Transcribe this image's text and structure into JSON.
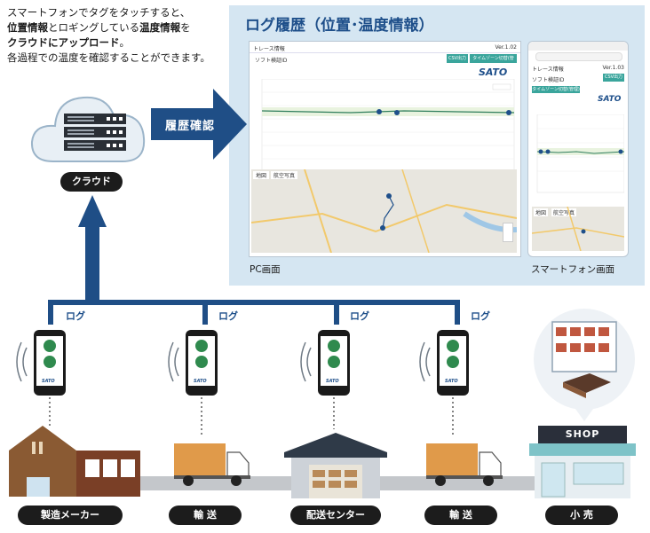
{
  "intro": {
    "line1": "スマートフォンでタグをタッチすると、",
    "line2_bold1": "位置情報",
    "line2_mid": "とロギングしている",
    "line2_bold2": "温度情報",
    "line2_end": "を",
    "line3_bold": "クラウドにアップロード",
    "line3_end": "。",
    "line4": "各過程での温度を確認することができます。"
  },
  "panel": {
    "title": "ログ履歴（位置･温度情報）",
    "pc_caption": "PC画面",
    "sp_caption": "スマートフォン画面"
  },
  "pc_screen": {
    "app_title": "トレース情報",
    "version": "Ver.1.02",
    "soft_label": "ソフト検証ID",
    "btn_csv": "CSV出力",
    "btn_timeline": "タイムゾーン切替(管理)",
    "brand": "SATO",
    "map_tab1": "地図",
    "map_tab2": "航空写真"
  },
  "sp_screen": {
    "app_title": "トレース情報",
    "version": "Ver.1.03",
    "soft_label": "ソフト検証ID",
    "btn_csv": "CSV出力",
    "btn_timeline": "タイムゾーン切替(管理)",
    "brand": "SATO",
    "map_tab1": "地図",
    "map_tab2": "航空写真"
  },
  "arrow": {
    "label": "履歴確認"
  },
  "cloud": {
    "label": "クラウド"
  },
  "log_label": "ログ",
  "phone_brand": "SATO",
  "stages": [
    {
      "label": "製造メーカー"
    },
    {
      "label": "輸 送"
    },
    {
      "label": "配送センター"
    },
    {
      "label": "輸 送"
    },
    {
      "label": "小 売"
    }
  ],
  "shop_sign": "SHOP",
  "colors": {
    "panel_bg": "#d5e6f2",
    "arrow": "#1f4e86",
    "pill": "#1c1c1c",
    "road": "#c4c7cb",
    "factory": "#8a5a33",
    "truck": "#e09a4a",
    "chart_line": "#2e7d5b"
  }
}
